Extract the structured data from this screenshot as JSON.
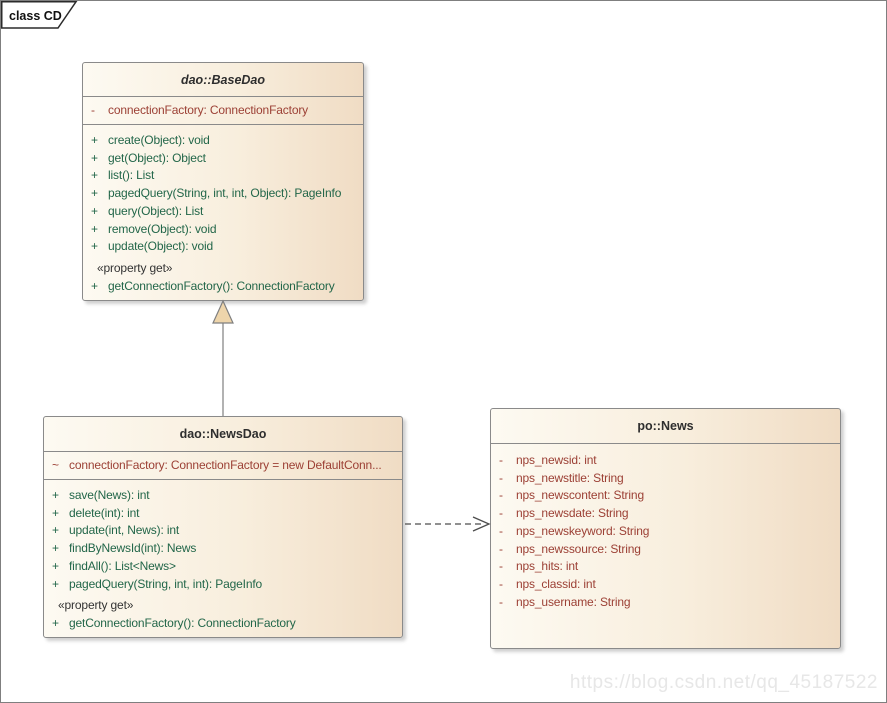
{
  "frame": {
    "tab_label": "class CD"
  },
  "watermark": "https://blog.csdn.net/qq_45187522",
  "colors": {
    "attribute_text": "#9c4035",
    "method_text": "#226649",
    "box_fill_left": "#fdfaf2",
    "box_fill_right": "#f0dcc4",
    "box_border": "#8a8a8a",
    "arrowhead_fill": "#eed5ab"
  },
  "classes": {
    "basedao": {
      "title": "dao::BaseDao",
      "attributes": [
        {
          "vis": "-",
          "text": "connectionFactory: ConnectionFactory"
        }
      ],
      "methods": [
        {
          "vis": "+",
          "text": "create(Object): void"
        },
        {
          "vis": "+",
          "text": "get(Object): Object"
        },
        {
          "vis": "+",
          "text": "list(): List"
        },
        {
          "vis": "+",
          "text": "pagedQuery(String, int, int, Object): PageInfo"
        },
        {
          "vis": "+",
          "text": "query(Object): List"
        },
        {
          "vis": "+",
          "text": "remove(Object): void"
        },
        {
          "vis": "+",
          "text": "update(Object): void"
        }
      ],
      "stereotype": "«property get»",
      "property_methods": [
        {
          "vis": "+",
          "text": "getConnectionFactory(): ConnectionFactory"
        }
      ]
    },
    "newsdao": {
      "title": "dao::NewsDao",
      "attributes": [
        {
          "vis": "~",
          "text": "connectionFactory: ConnectionFactory = new DefaultConn..."
        }
      ],
      "methods": [
        {
          "vis": "+",
          "text": "save(News): int"
        },
        {
          "vis": "+",
          "text": "delete(int): int"
        },
        {
          "vis": "+",
          "text": "update(int, News): int"
        },
        {
          "vis": "+",
          "text": "findByNewsId(int): News"
        },
        {
          "vis": "+",
          "text": "findAll(): List<News>"
        },
        {
          "vis": "+",
          "text": "pagedQuery(String, int, int): PageInfo"
        }
      ],
      "stereotype": "«property get»",
      "property_methods": [
        {
          "vis": "+",
          "text": "getConnectionFactory(): ConnectionFactory"
        }
      ]
    },
    "news": {
      "title": "po::News",
      "attributes": [
        {
          "vis": "-",
          "text": "nps_newsid: int"
        },
        {
          "vis": "-",
          "text": "nps_newstitle: String"
        },
        {
          "vis": "-",
          "text": "nps_newscontent: String"
        },
        {
          "vis": "-",
          "text": "nps_newsdate: String"
        },
        {
          "vis": "-",
          "text": "nps_newskeyword: String"
        },
        {
          "vis": "-",
          "text": "nps_newssource: String"
        },
        {
          "vis": "-",
          "text": "nps_hits: int"
        },
        {
          "vis": "-",
          "text": "nps_classid: int"
        },
        {
          "vis": "-",
          "text": "nps_username: String"
        }
      ]
    }
  },
  "relations": {
    "generalization": {
      "from": "dao::NewsDao",
      "to": "dao::BaseDao"
    },
    "dependency": {
      "from": "dao::NewsDao",
      "to": "po::News"
    }
  }
}
